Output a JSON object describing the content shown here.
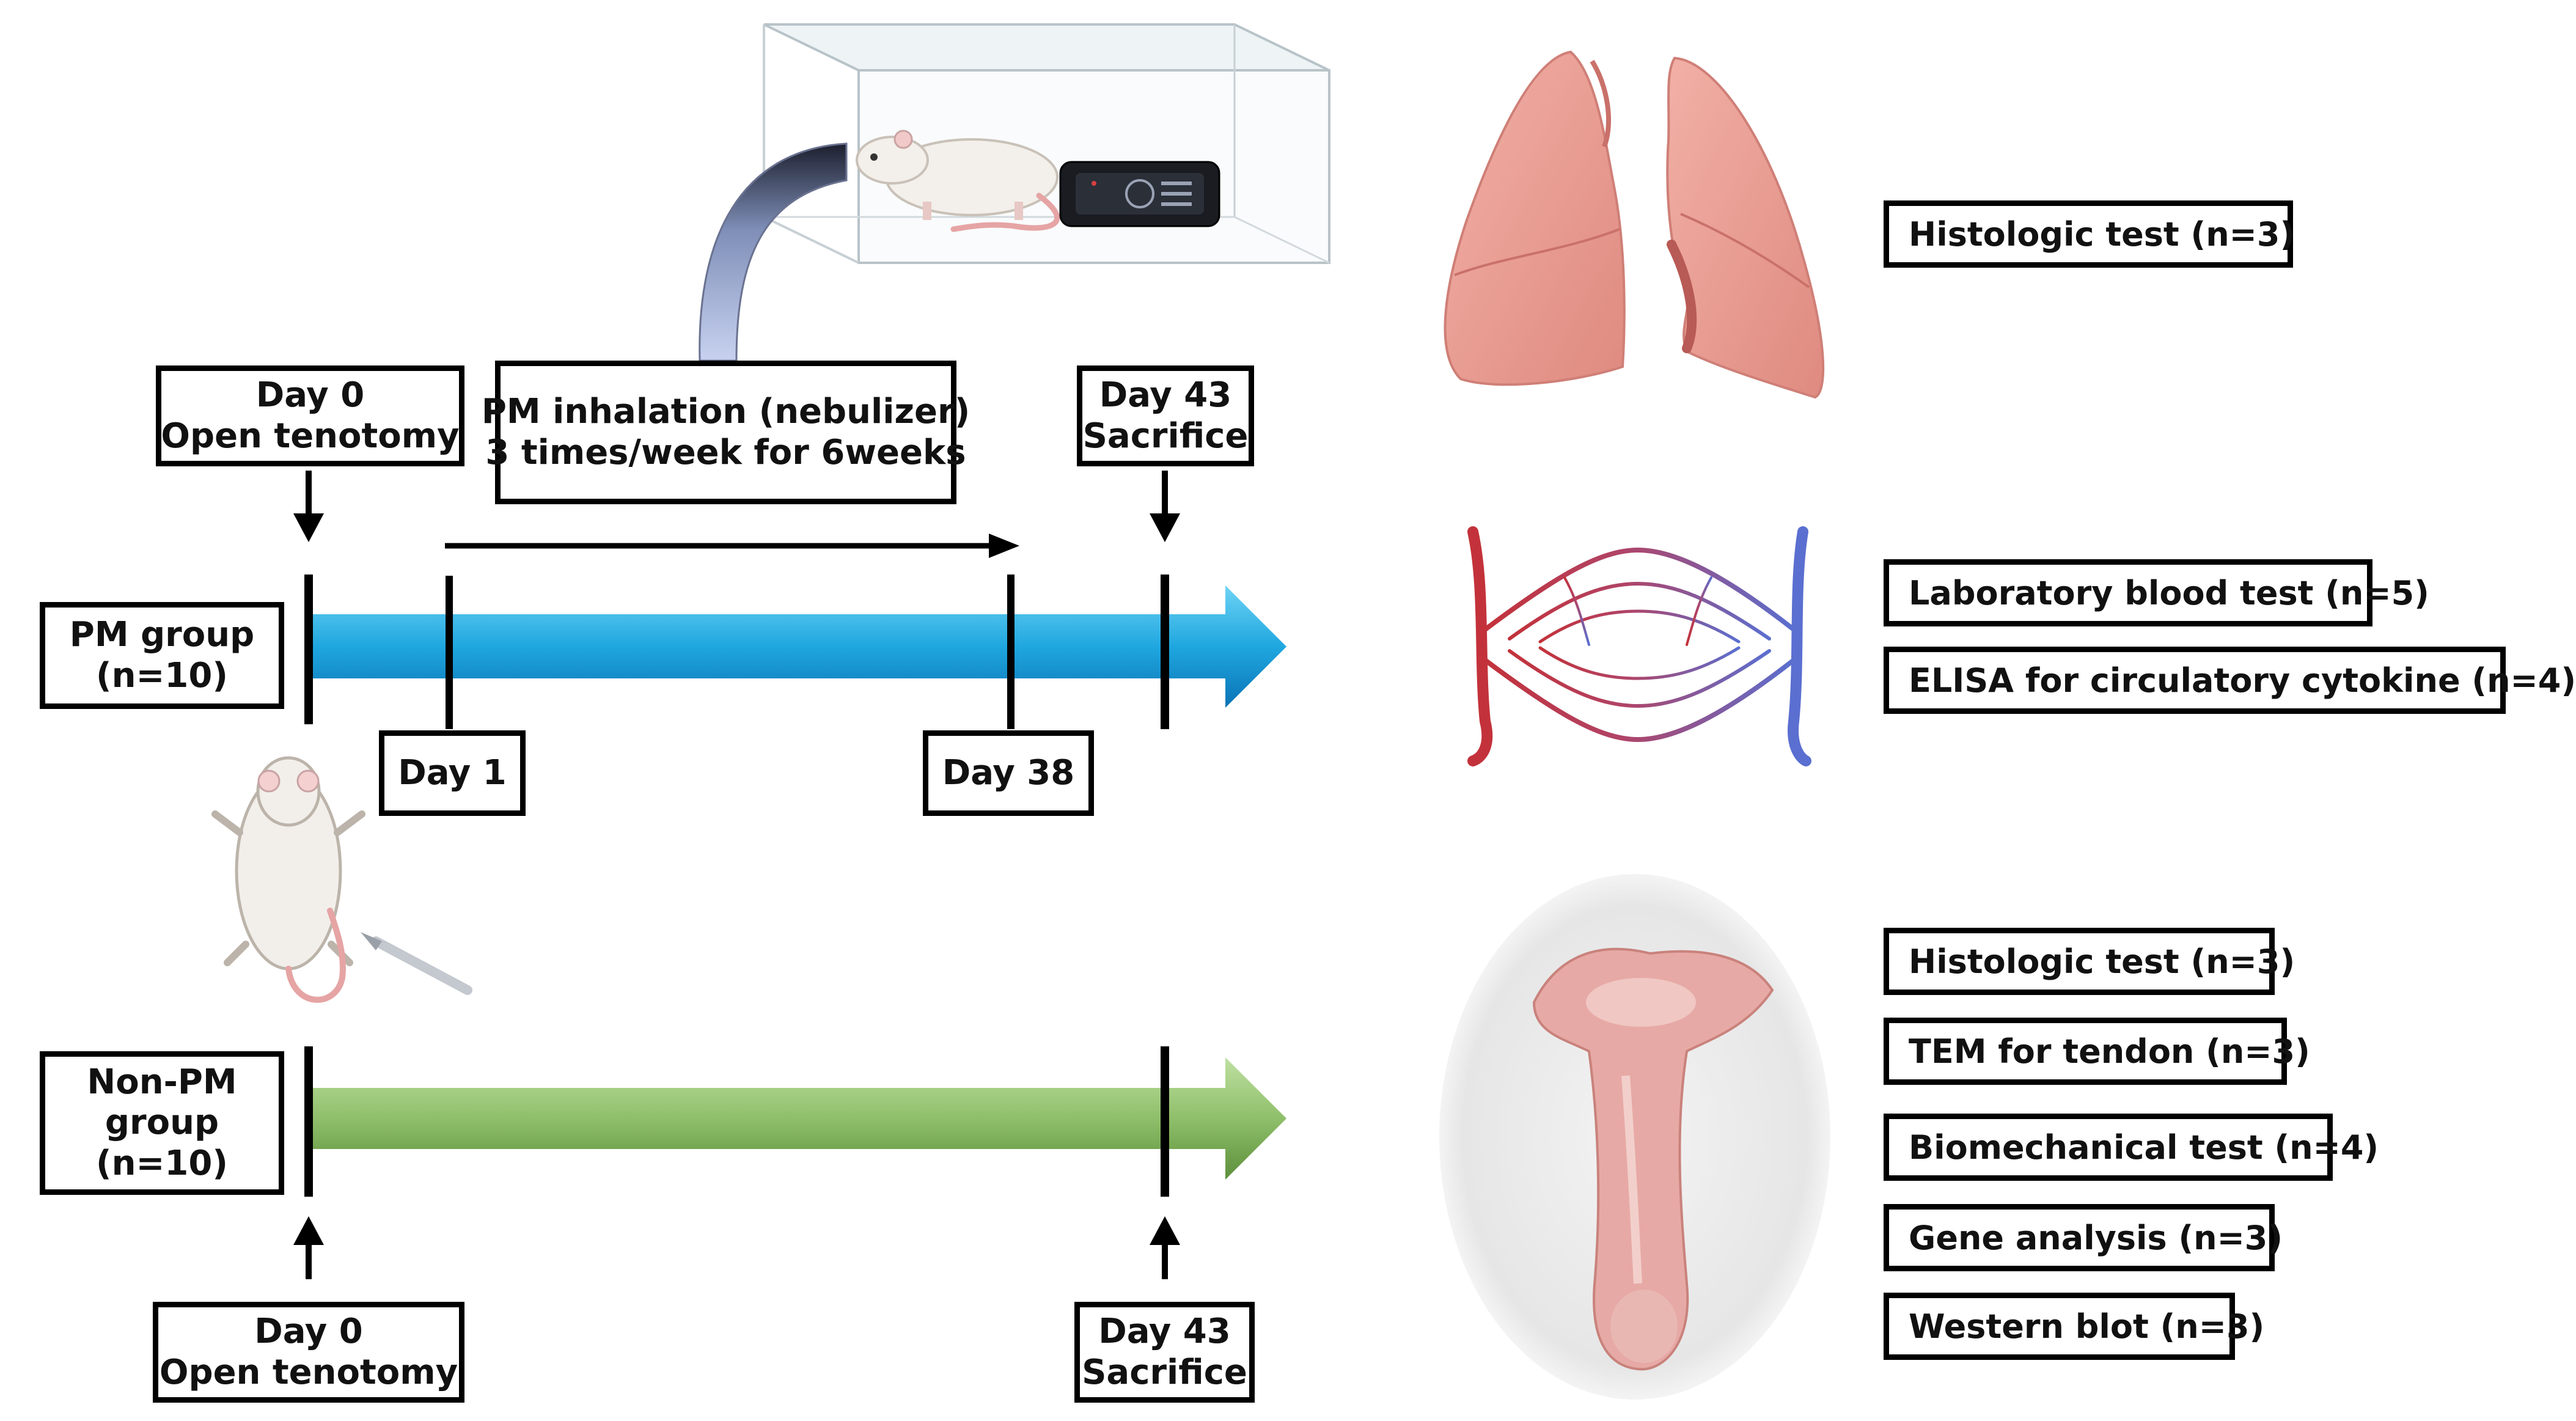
{
  "timeline": {
    "pm_group": {
      "group_label": [
        "PM group",
        "(n=10)"
      ],
      "start": [
        "Day 0",
        "Open tenotomy"
      ],
      "inhalation": [
        "PM inhalation (nebulizer)",
        "3 times/week for 6weeks"
      ],
      "end": [
        "Day 43",
        "Sacrifice"
      ],
      "day1": "Day 1",
      "day38": "Day 38"
    },
    "non_pm_group": {
      "group_label": [
        "Non-PM",
        "group",
        "(n=10)"
      ],
      "start": [
        "Day 0",
        "Open tenotomy"
      ],
      "end": [
        "Day 43",
        "Sacrifice"
      ]
    }
  },
  "analyses": {
    "lung": [
      "Histologic test (n=3)"
    ],
    "blood": [
      "Laboratory blood test (n=5)",
      "ELISA for circulatory cytokine (n=4)"
    ],
    "tendon": [
      "Histologic test (n=3)",
      "TEM for tendon (n=3)",
      "Biomechanical test (n=4)",
      "Gene analysis (n=3)",
      "Western blot (n=3)"
    ]
  },
  "icons": [
    "inhalation-chamber-icon",
    "rat-icon",
    "nebulizer-device-icon",
    "lungs-icon",
    "blood-vessels-icon",
    "scalpel-icon",
    "tendon-specimen-photo"
  ],
  "colors": {
    "pm_arrow": "#1fa7df",
    "non_pm_arrow": "#8fbf6a",
    "frame": "#000000"
  }
}
